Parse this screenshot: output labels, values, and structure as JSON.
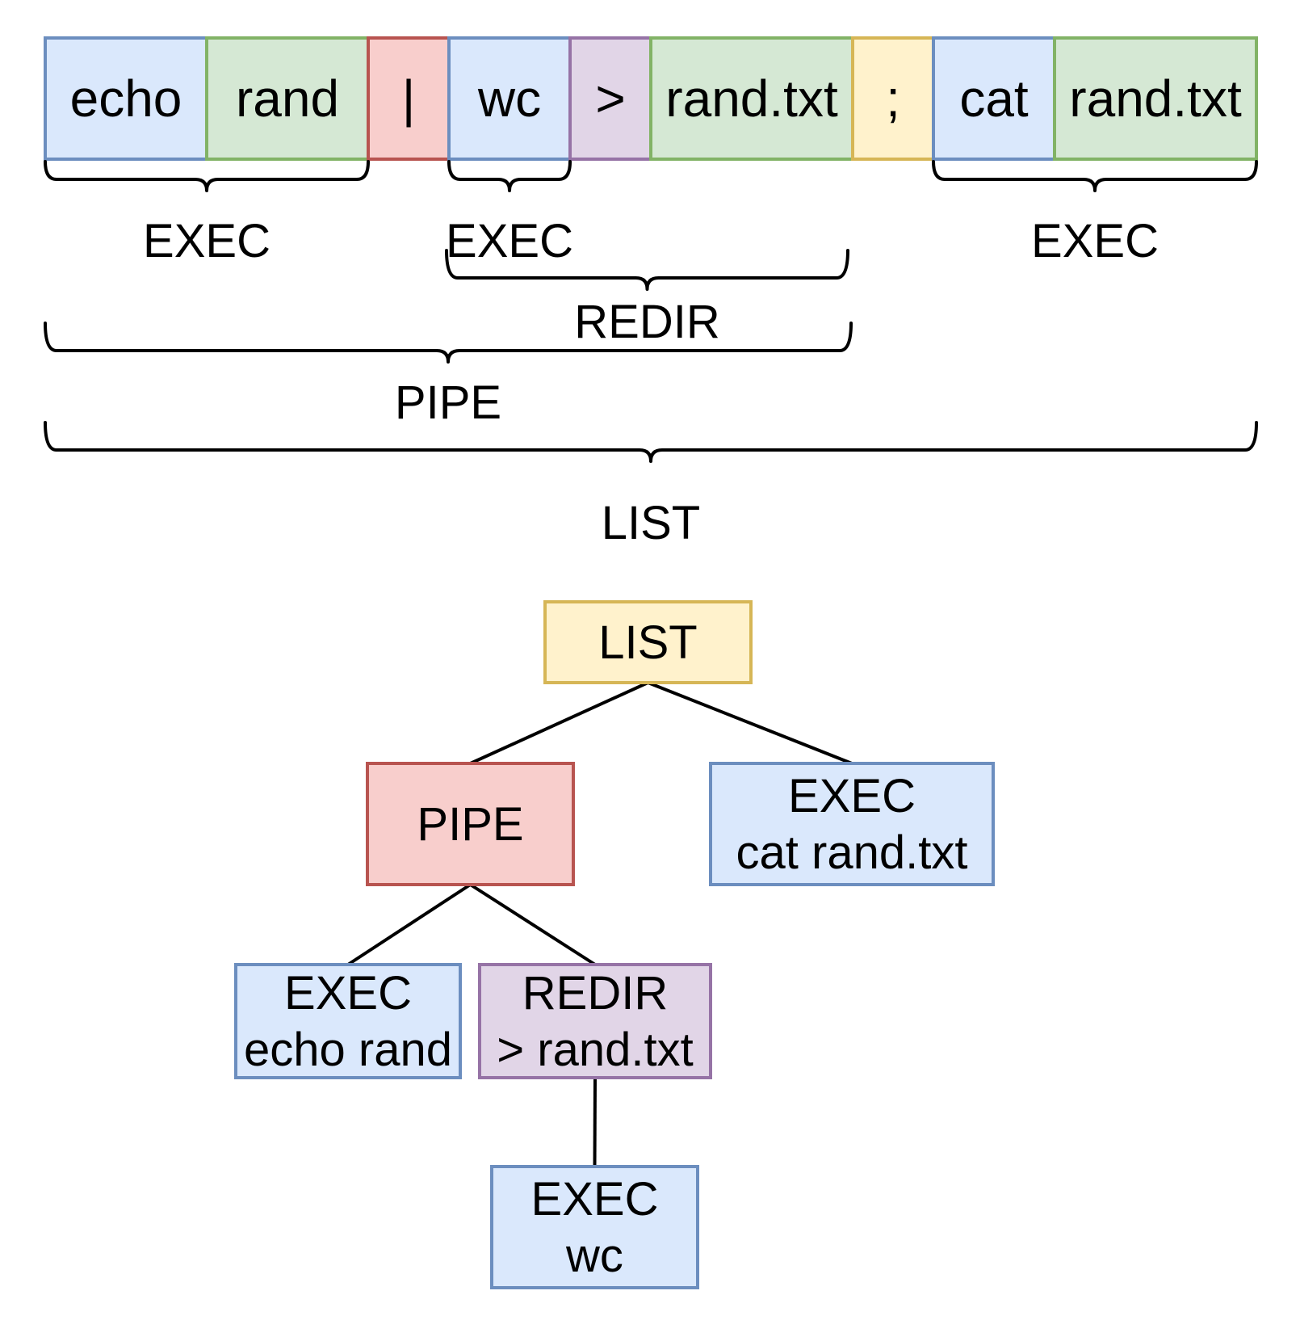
{
  "palette": {
    "blue": {
      "fill": "#dae8fc",
      "stroke": "#6c8ebf"
    },
    "green": {
      "fill": "#d5e8d4",
      "stroke": "#82b366"
    },
    "red": {
      "fill": "#f8cecc",
      "stroke": "#b85450"
    },
    "purple": {
      "fill": "#e1d5e7",
      "stroke": "#9673a6"
    },
    "yellow": {
      "fill": "#fff2cc",
      "stroke": "#d6b656"
    }
  },
  "tokens": [
    {
      "text": "echo",
      "color": "blue"
    },
    {
      "text": "rand",
      "color": "green"
    },
    {
      "text": "|",
      "color": "red"
    },
    {
      "text": "wc",
      "color": "blue"
    },
    {
      "text": ">",
      "color": "purple"
    },
    {
      "text": "rand.txt",
      "color": "green"
    },
    {
      "text": ";",
      "color": "yellow"
    },
    {
      "text": "cat",
      "color": "blue"
    },
    {
      "text": "rand.txt",
      "color": "green"
    }
  ],
  "spans": [
    {
      "label": "EXEC"
    },
    {
      "label": "EXEC"
    },
    {
      "label": "EXEC"
    },
    {
      "label": "REDIR"
    },
    {
      "label": "PIPE"
    },
    {
      "label": "LIST"
    }
  ],
  "tree": {
    "nodes": [
      {
        "id": "list",
        "lines": [
          "LIST"
        ],
        "color": "yellow"
      },
      {
        "id": "pipe",
        "lines": [
          "PIPE"
        ],
        "color": "red"
      },
      {
        "id": "exec-cat",
        "lines": [
          "EXEC",
          "cat rand.txt"
        ],
        "color": "blue"
      },
      {
        "id": "exec-echo",
        "lines": [
          "EXEC",
          "echo rand"
        ],
        "color": "blue"
      },
      {
        "id": "redir",
        "lines": [
          "REDIR",
          "> rand.txt"
        ],
        "color": "purple"
      },
      {
        "id": "exec-wc",
        "lines": [
          "EXEC",
          "wc"
        ],
        "color": "blue"
      }
    ],
    "edges": [
      [
        "list",
        "pipe"
      ],
      [
        "list",
        "exec-cat"
      ],
      [
        "pipe",
        "exec-echo"
      ],
      [
        "pipe",
        "redir"
      ],
      [
        "redir",
        "exec-wc"
      ]
    ]
  }
}
